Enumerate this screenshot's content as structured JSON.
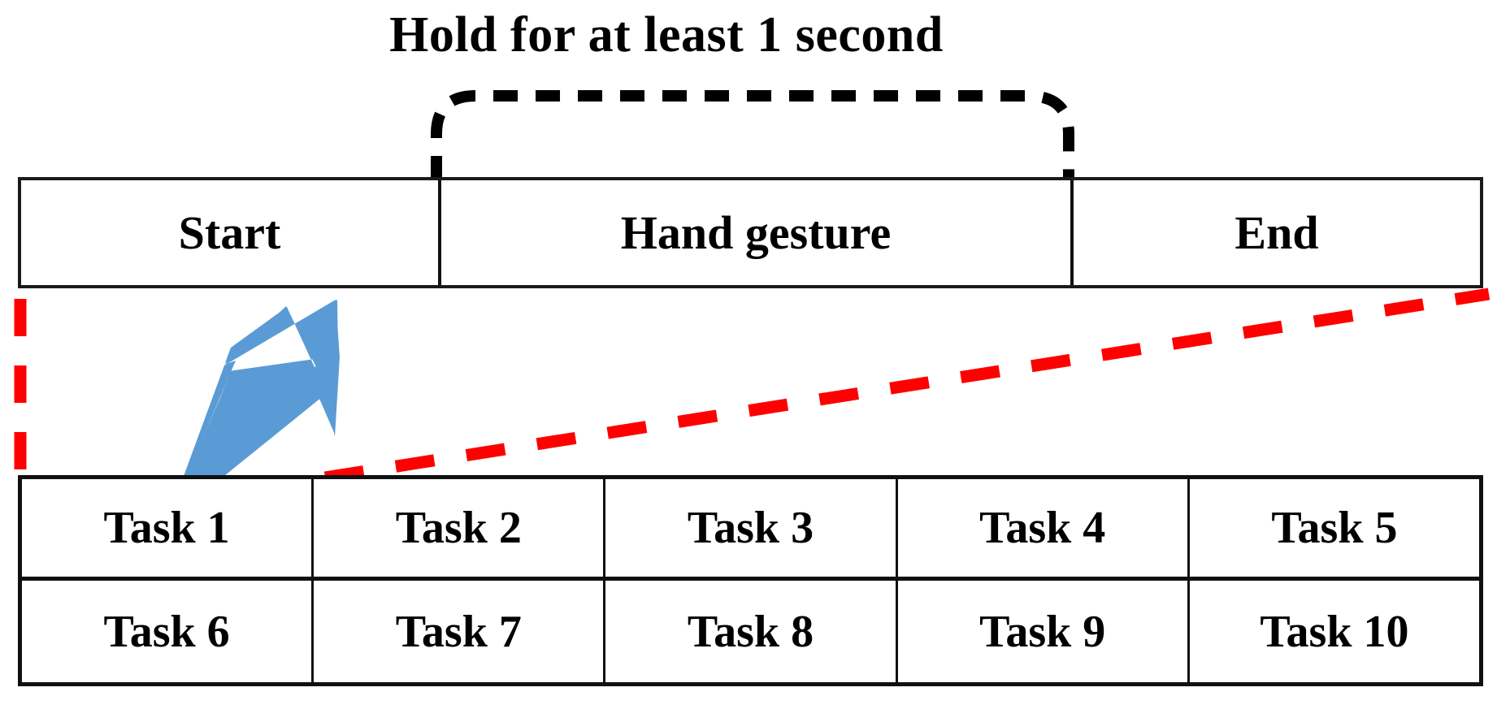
{
  "figure": {
    "title": "Hold for at least 1 second",
    "bracket_label_target": "Hand gesture"
  },
  "timeline": {
    "name": "gesture-timeline",
    "segments": [
      {
        "label": "Start"
      },
      {
        "label": "Hand gesture"
      },
      {
        "label": "End"
      }
    ]
  },
  "tasks": {
    "name": "task-grid",
    "rows": [
      [
        {
          "label": "Task 1"
        },
        {
          "label": "Task 2"
        },
        {
          "label": "Task 3"
        },
        {
          "label": "Task 4"
        },
        {
          "label": "Task 5"
        }
      ],
      [
        {
          "label": "Task 6"
        },
        {
          "label": "Task 7"
        },
        {
          "label": "Task 8"
        },
        {
          "label": "Task 9"
        },
        {
          "label": "Task 10"
        }
      ]
    ]
  },
  "annotations": {
    "bracket": {
      "name": "hold-duration-bracket",
      "style": "dashed",
      "color": "#000000"
    },
    "callout_arrow": {
      "name": "task-1-callout-arrow",
      "color": "#5B9BD5",
      "points_from": "Task 1",
      "points_to": "Start"
    },
    "mapping_lines": {
      "name": "task-to-timeline-mapping",
      "style": "dashed",
      "color": "#FF0000",
      "left_line": "vertical",
      "right_line": "diagonal"
    }
  },
  "colors": {
    "ink": "#000000",
    "rule": "#111111",
    "accent_blue": "#5B9BD5",
    "accent_red": "#FF0000",
    "background": "#FFFFFF"
  }
}
